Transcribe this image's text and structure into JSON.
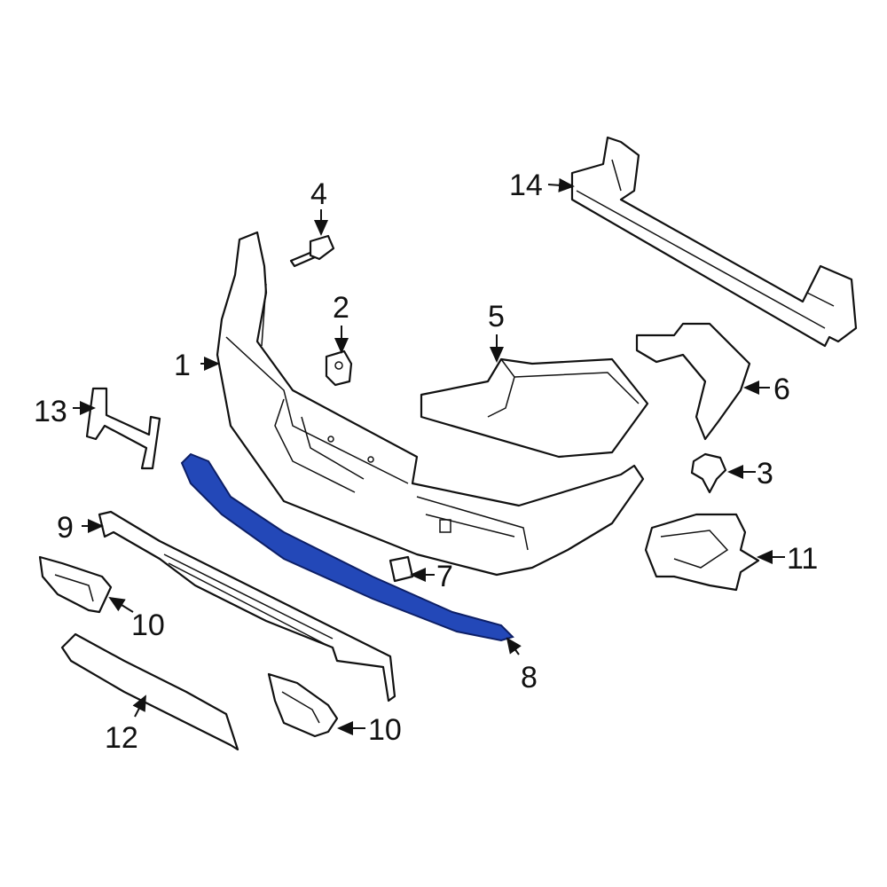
{
  "diagram": {
    "highlight_color": "#2348b8",
    "callouts": [
      {
        "id": "c1",
        "label": "1"
      },
      {
        "id": "c2",
        "label": "2"
      },
      {
        "id": "c3",
        "label": "3"
      },
      {
        "id": "c4",
        "label": "4"
      },
      {
        "id": "c5",
        "label": "5"
      },
      {
        "id": "c6",
        "label": "6"
      },
      {
        "id": "c7",
        "label": "7"
      },
      {
        "id": "c8",
        "label": "8"
      },
      {
        "id": "c9",
        "label": "9"
      },
      {
        "id": "c10a",
        "label": "10"
      },
      {
        "id": "c10b",
        "label": "10"
      },
      {
        "id": "c11",
        "label": "11"
      },
      {
        "id": "c12",
        "label": "12"
      },
      {
        "id": "c13",
        "label": "13"
      },
      {
        "id": "c14",
        "label": "14"
      }
    ]
  }
}
